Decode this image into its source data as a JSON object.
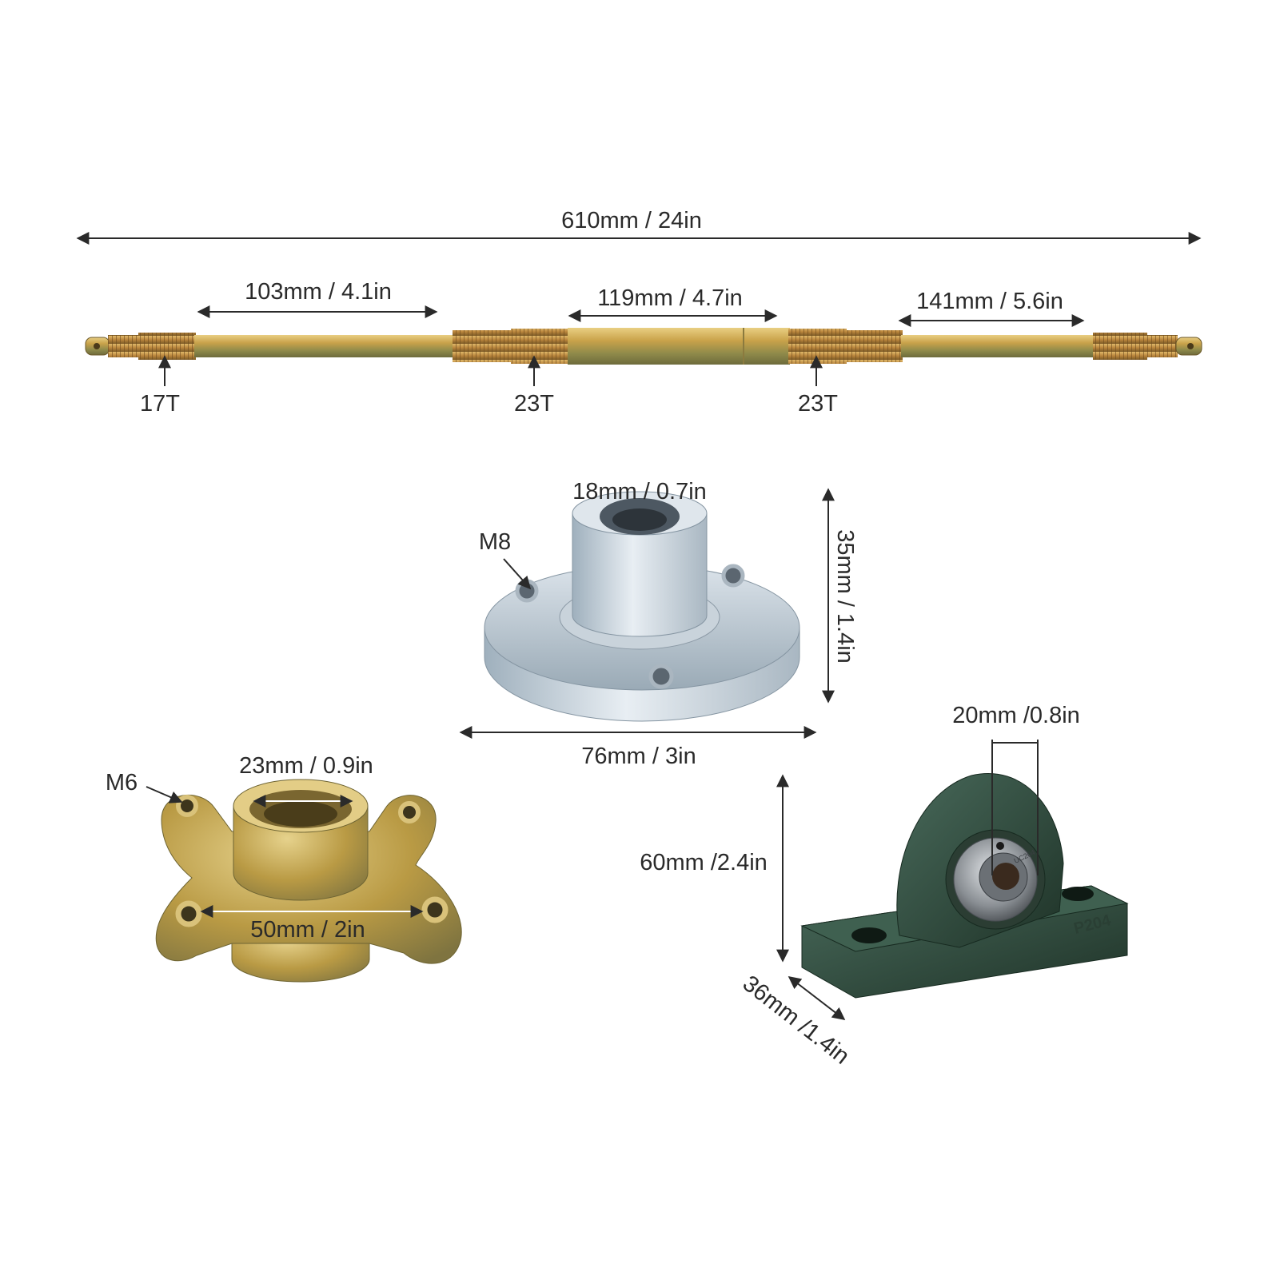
{
  "labels": {
    "overall_length": "610mm / 24in",
    "segment_left": "103mm / 4.1in",
    "segment_middle": "119mm / 4.7in",
    "segment_right": "141mm / 5.6in",
    "spline_left": "17T",
    "spline_mid_left": "23T",
    "spline_mid_right": "23T",
    "flange_bore": "18mm / 0.7in",
    "flange_thread": "M8",
    "flange_height": "35mm / 1.4in",
    "flange_diameter": "76mm / 3in",
    "hub_thread": "M6",
    "hub_bore": "23mm / 0.9in",
    "hub_bolt_spacing": "50mm / 2in",
    "bearing_bore": "20mm /0.8in",
    "bearing_height": "60mm /2.4in",
    "bearing_base_width": "36mm /1.4in"
  },
  "bearing_markings": {
    "insert": "UC204",
    "housing": "P204"
  },
  "colors": {
    "shaft_gold": "#c9a24a",
    "flange_silver": "#bfcad3",
    "hub_brass": "#b99a44",
    "bearing_green": "#2f4a3c",
    "bearing_steel": "#8a8f94",
    "dimension_line": "#2a2a2a"
  }
}
